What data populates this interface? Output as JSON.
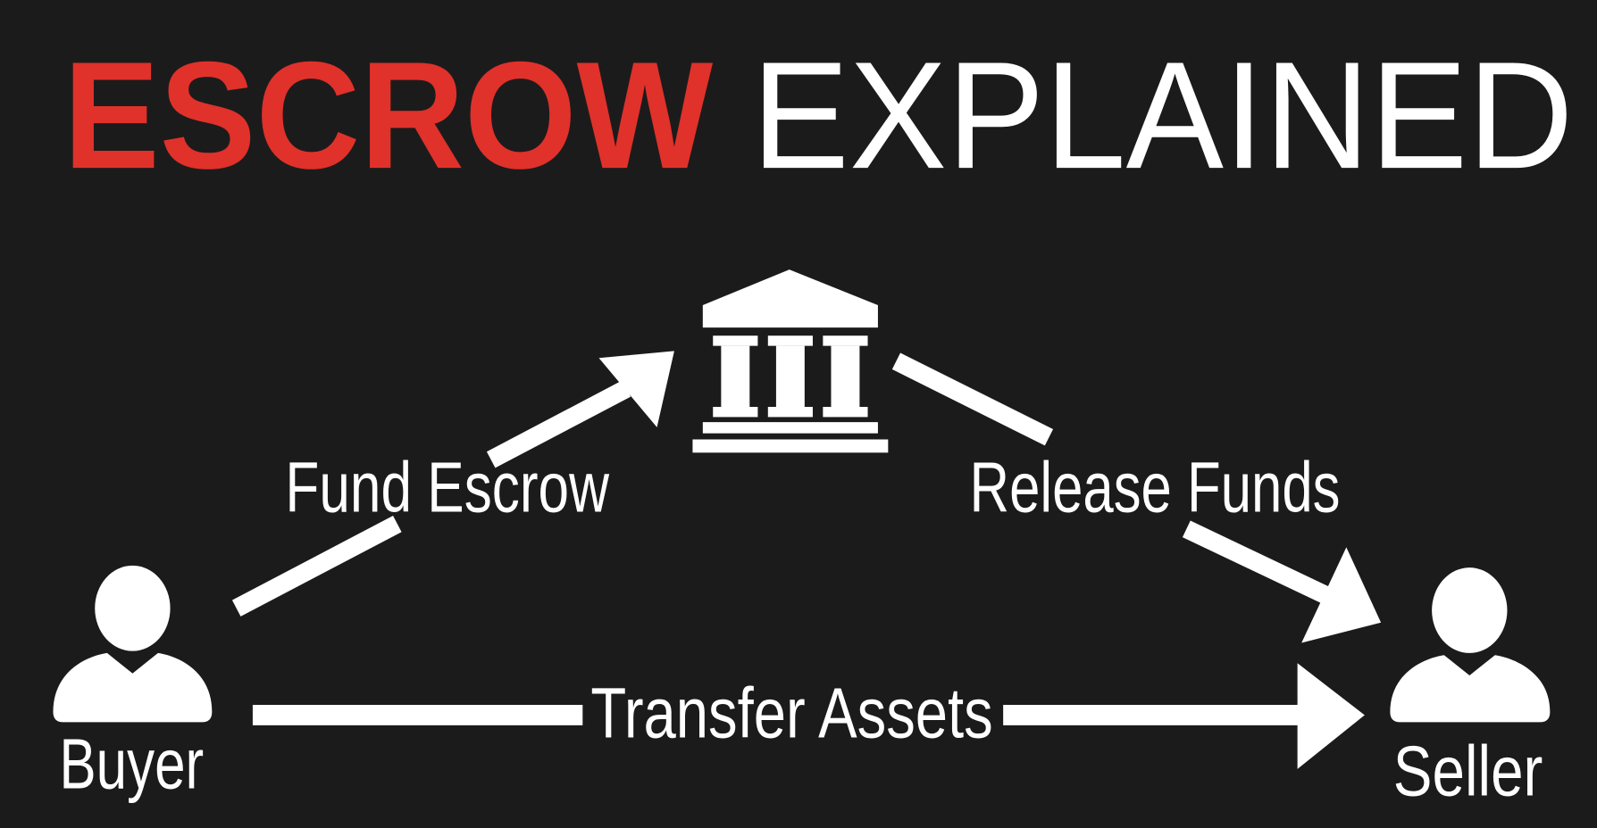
{
  "title": {
    "part1": "ESCROW",
    "part2": "EXPLAINED"
  },
  "colors": {
    "background": "#1c1b1b",
    "accent": "#e0312b",
    "foreground": "#ffffff"
  },
  "nodes": {
    "buyer": {
      "label": "Buyer",
      "icon": "person-icon"
    },
    "seller": {
      "label": "Seller",
      "icon": "person-icon"
    },
    "escrow": {
      "icon": "bank-icon"
    }
  },
  "edges": {
    "fund": {
      "label": "Fund Escrow"
    },
    "release": {
      "label": "Release Funds"
    },
    "transfer": {
      "label": "Transfer Assets"
    }
  }
}
